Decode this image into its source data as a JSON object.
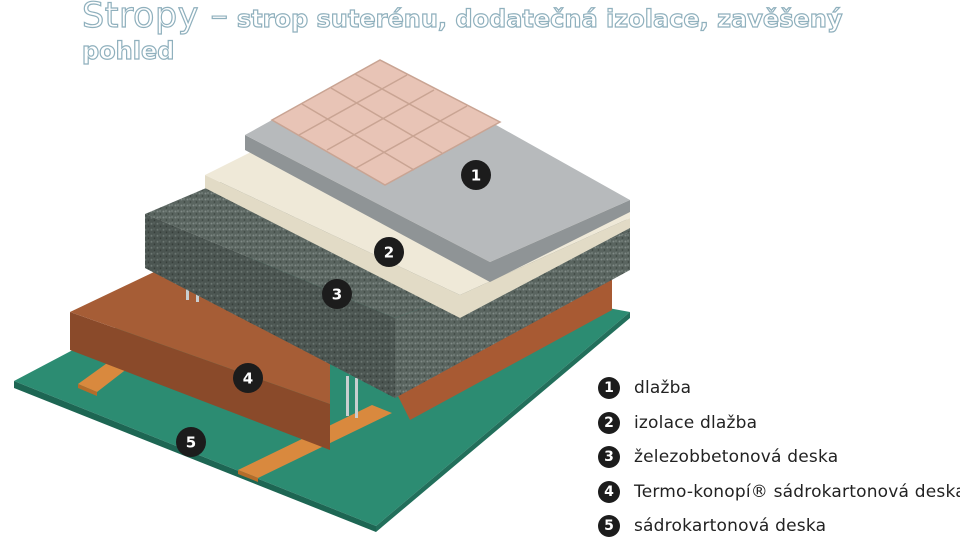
{
  "title": {
    "main": "Stropy –",
    "sub": " strop suterénu, dodatečná izolace, zavěšený",
    "line2": "pohled"
  },
  "layer_badges": [
    "1",
    "2",
    "3",
    "4",
    "5"
  ],
  "legend": [
    {
      "num": "1",
      "label": "dlažba"
    },
    {
      "num": "2",
      "label": "izolace dlažba"
    },
    {
      "num": "3",
      "label": "železobbetonová deska"
    },
    {
      "num": "4",
      "label": "Termo-konopí® sádrokartonová deska"
    },
    {
      "num": "5",
      "label": "sádrokartonová deska"
    }
  ],
  "colors": {
    "tile": "#e8c4b6",
    "concrete_top": "#b7babc",
    "insulation": "#ece6d4",
    "reinforced_concrete": "#55605b",
    "hemp_board": "#9a5532",
    "drywall": "#2c8c72",
    "batten": "#d9893e",
    "badge": "#1c1c1c",
    "title_outline": "#8fb0bd"
  }
}
